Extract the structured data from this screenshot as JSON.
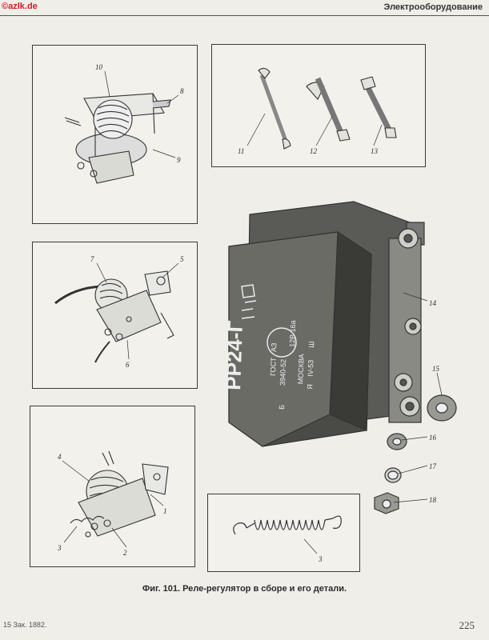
{
  "header": {
    "watermark": "©azlk.de",
    "running_head": "Электрооборудование"
  },
  "figure": {
    "caption": "Фиг. 101. Реле-регулятор в сборе и его детали.",
    "labels": {
      "p1": [
        "10",
        "8",
        "9"
      ],
      "p2": [
        "11",
        "12",
        "13"
      ],
      "p3": [
        "7",
        "5",
        "6"
      ],
      "p4": [
        "4",
        "3",
        "2",
        "1"
      ],
      "p5": [
        "3"
      ],
      "main": [
        "14",
        "15",
        "16",
        "17",
        "18"
      ]
    },
    "housing_marking": {
      "model": "РР24-Г",
      "line1": "12В 16а",
      "line2": "МОСКВА",
      "standard": "ГОСТ",
      "number": "3940-52",
      "plant": "АЗ",
      "letter": "Я",
      "date": "IV-53",
      "terminal_b": "Б",
      "terminal_sh": "Ш"
    }
  },
  "footer": {
    "print_info": "15 Зак. 1882.",
    "page_number": "225"
  }
}
